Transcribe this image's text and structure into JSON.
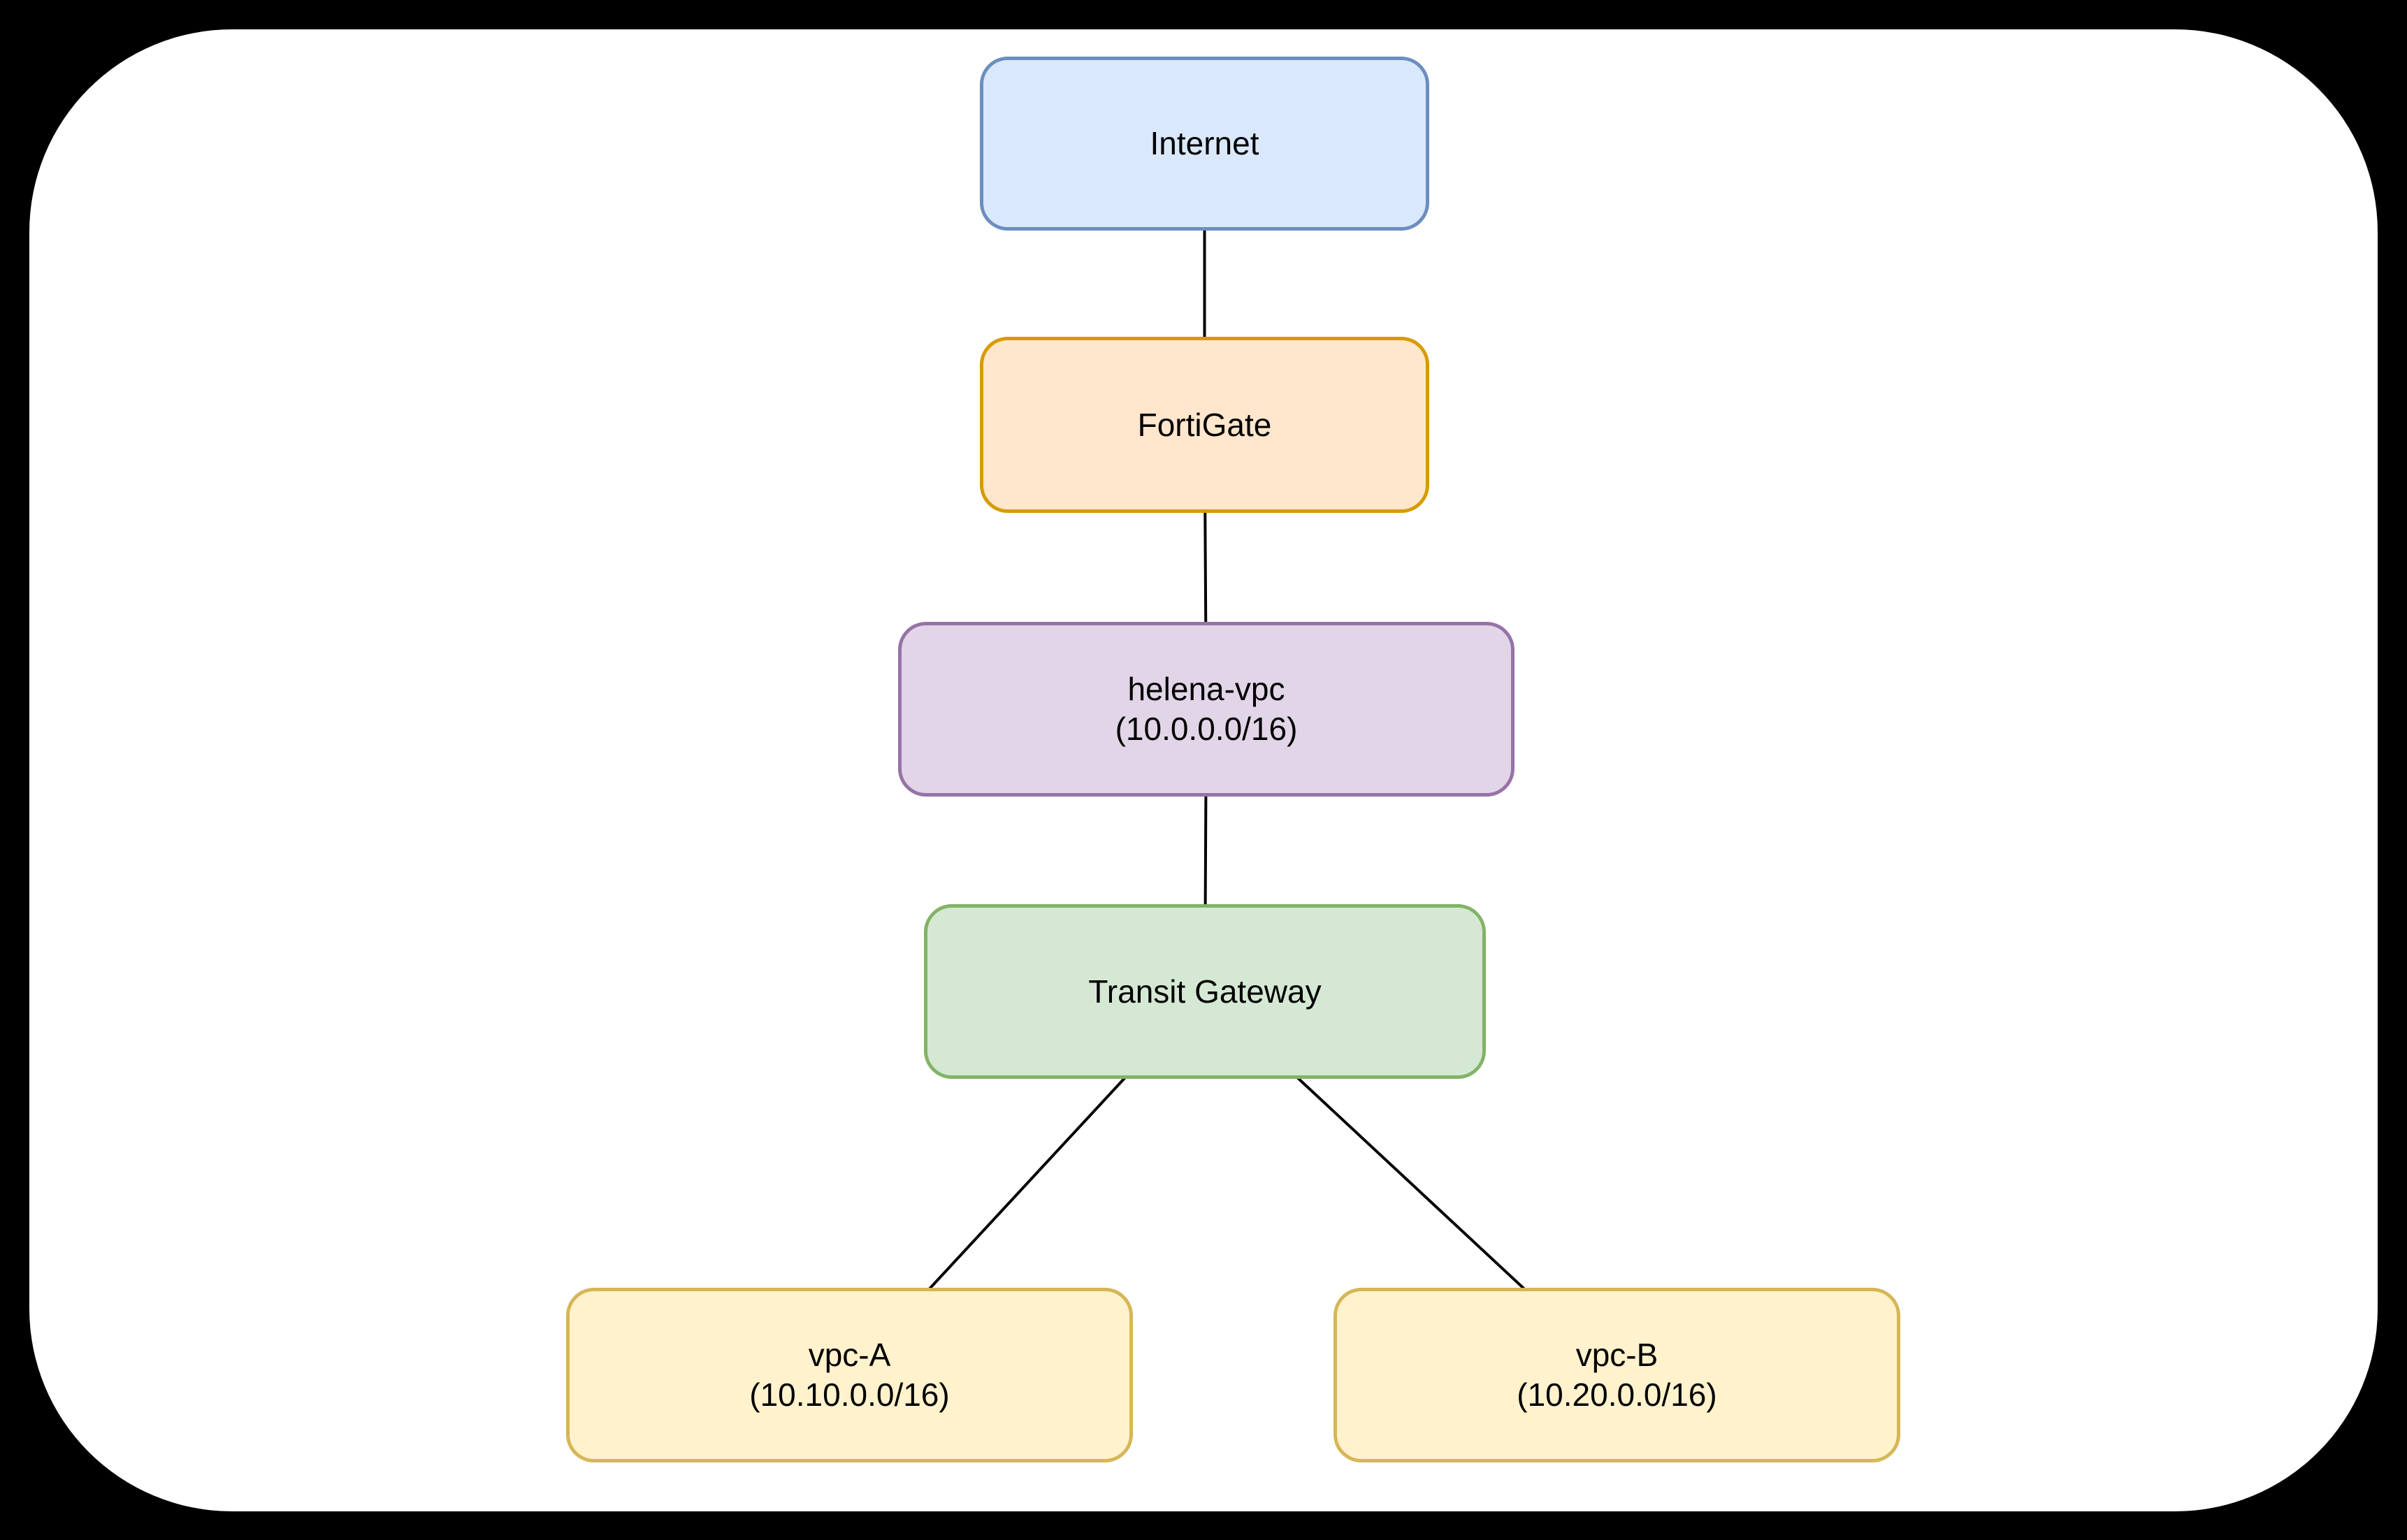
{
  "diagram": {
    "background_color": "#000000",
    "canvas_color": "#ffffff",
    "edge_color": "#000000",
    "text_color": "#000000",
    "nodes": {
      "internet": {
        "label": "Internet",
        "fill": "#dae8fc",
        "stroke": "#6c8ebf"
      },
      "fortigate": {
        "label": "FortiGate",
        "fill": "#ffe6cc",
        "stroke": "#d79b00"
      },
      "helena_vpc": {
        "line1": "helena-vpc",
        "line2": "(10.0.0.0/16)",
        "fill": "#e1d5e7",
        "stroke": "#9673a6"
      },
      "transit_gateway": {
        "label": "Transit Gateway",
        "fill": "#d5e8d4",
        "stroke": "#82b366"
      },
      "vpc_a": {
        "line1": "vpc-A",
        "line2": "(10.10.0.0/16)",
        "fill": "#fff2cc",
        "stroke": "#d6b656"
      },
      "vpc_b": {
        "line1": "vpc-B",
        "line2": "(10.20.0.0/16)",
        "fill": "#fff2cc",
        "stroke": "#d6b656"
      }
    },
    "edges": [
      {
        "from": "internet",
        "to": "fortigate"
      },
      {
        "from": "fortigate",
        "to": "helena_vpc"
      },
      {
        "from": "helena_vpc",
        "to": "transit_gateway"
      },
      {
        "from": "transit_gateway",
        "to": "vpc_a"
      },
      {
        "from": "transit_gateway",
        "to": "vpc_b"
      }
    ]
  }
}
